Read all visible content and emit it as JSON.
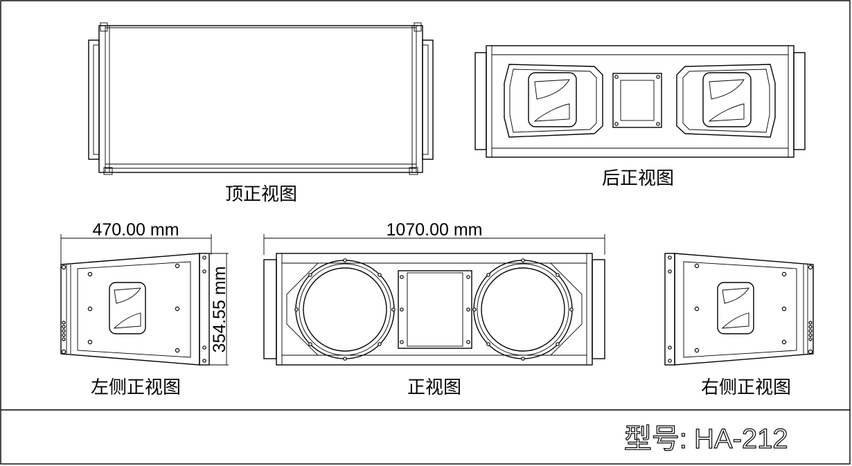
{
  "views": {
    "top": "顶正视图",
    "rear": "后正视图",
    "left": "左侧正视图",
    "front": "正视图",
    "right": "右侧正视图"
  },
  "dimensions": {
    "depth": "470.00 mm",
    "width": "1070.00 mm",
    "height": "354.55 mm"
  },
  "model": {
    "label": "型号:",
    "value": "HA-212"
  }
}
